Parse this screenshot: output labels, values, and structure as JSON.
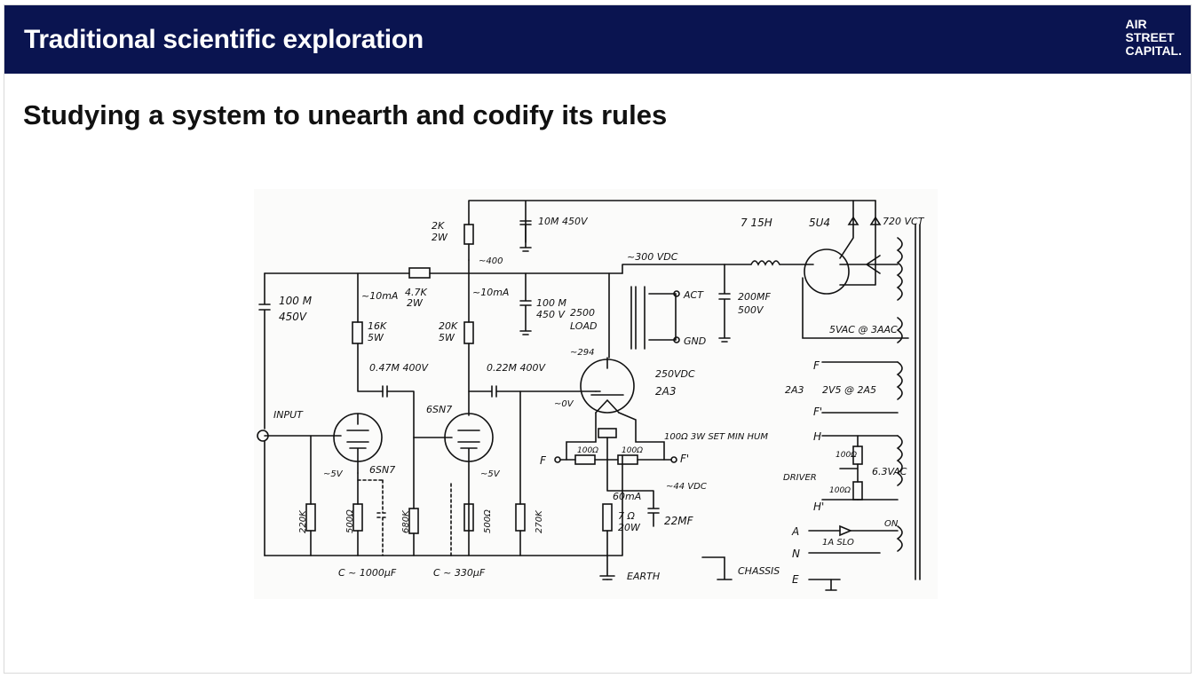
{
  "header": {
    "title": "Traditional scientific exploration",
    "logo_lines": [
      "AIR",
      "STREET",
      "CAPITAL."
    ],
    "background_color": "#0a1450"
  },
  "subtitle": "Studying a system to unearth and codify its rules",
  "schematic": {
    "labels": {
      "cap_100m_1": "100 M",
      "cap_450v_1": "450V",
      "input": "INPUT",
      "r_2k": "2K",
      "r_2w": "2W",
      "cap_10m": "10M 450V",
      "v_400": "~400",
      "i_10ma_1": "~10mA",
      "r_47k": "4.7K",
      "r_47k_w": "2W",
      "i_10ma_2": "~10mA",
      "r_16k": "16K",
      "r_16k_w": "5W",
      "r_20k": "20K",
      "r_20k_w": "5W",
      "cap_100m_2": "100 M",
      "cap_450v_2": "450 V",
      "load_2500": "2500",
      "load_label": "LOAD",
      "cap_047": "0.47M 400V",
      "cap_022": "0.22M 400V",
      "tube_6sn7_1": "6SN7",
      "tube_6sn7_2": "6SN7",
      "v_5v_1": "~5V",
      "v_5v_2": "~5V",
      "r_220k": "220K",
      "r_500_1": "500Ω",
      "r_680k": "680K",
      "r_500_2": "500Ω",
      "r_270k": "270K",
      "c_1000": "C ~ 1000μF",
      "c_330": "C ~ 330μF",
      "v_300": "~300 VDC",
      "v_294": "~294",
      "v_250": "250VDC",
      "tube_2a3": "2A3",
      "v_0": "~0V",
      "act": "ACT",
      "gnd": "GND",
      "cap_200": "200MF",
      "cap_500v": "500V",
      "choke": "7 15H",
      "rect_5u4": "5U4",
      "vct": "720 VCT",
      "vac_5": "5VAC @ 3AAC",
      "hum": "100Ω 3W SET MIN HUM",
      "f_left": "F",
      "r_100_a": "100Ω",
      "r_100_b": "100Ω",
      "f_right": "F'",
      "v_44": "~44 VDC",
      "i_60": "60mA",
      "r_7": "7 Ω",
      "r_7_w": "20W",
      "cap_22": "22MF",
      "earth": "EARTH",
      "chassis": "CHASSIS",
      "f_a": "F",
      "f_b": "F'",
      "tube_2a3_b": "2A3",
      "v_2v5": "2V5 @ 2A5",
      "h_a": "H",
      "h_b": "H'",
      "r_100_c": "100Ω",
      "r_100_d": "100Ω",
      "driver": "DRIVER",
      "vac_63": "6.3VAC",
      "a": "A",
      "n": "N",
      "e": "E",
      "fuse": "1A SLO",
      "on": "ON"
    }
  }
}
